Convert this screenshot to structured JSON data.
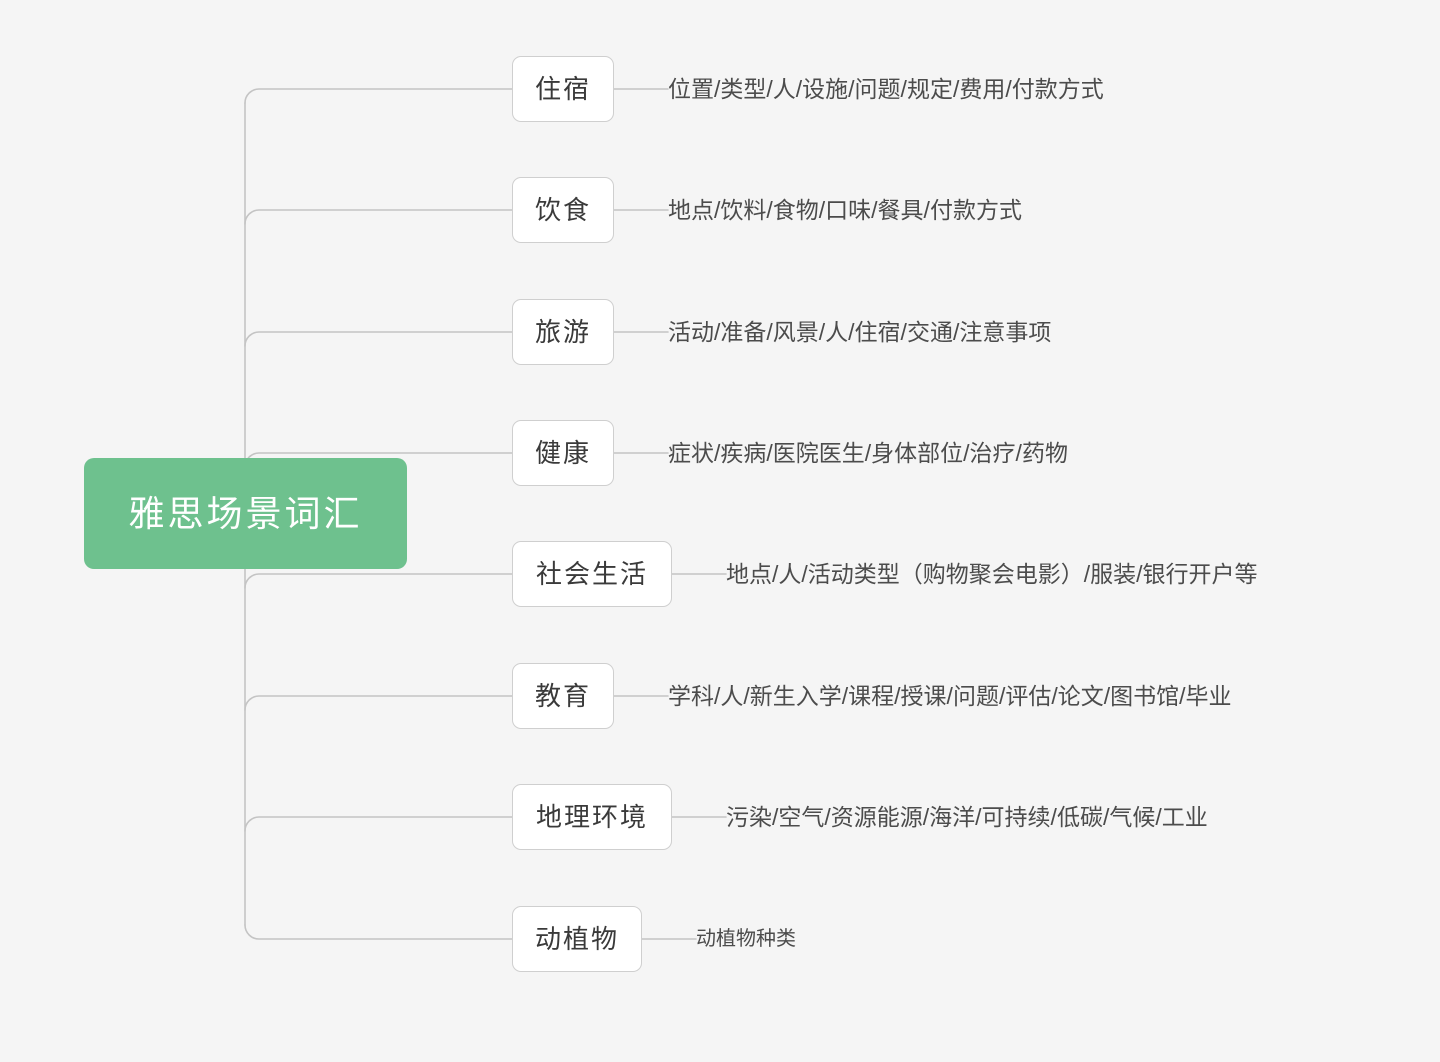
{
  "diagram": {
    "type": "mind-map",
    "background_color": "#f5f5f5",
    "root": {
      "label": "雅思场景词汇",
      "fill_color": "#6ec18e",
      "text_color": "#ffffff"
    },
    "connector_color": "#c4c4c4",
    "branches": [
      {
        "label": "住宿",
        "detail": "位置/类型/人/设施/问题/规定/费用/付款方式",
        "box_width_class": "w2",
        "detail_size": "normal"
      },
      {
        "label": "饮食",
        "detail": "地点/饮料/食物/口味/餐具/付款方式",
        "box_width_class": "w2",
        "detail_size": "normal"
      },
      {
        "label": "旅游",
        "detail": "活动/准备/风景/人/住宿/交通/注意事项",
        "box_width_class": "w2",
        "detail_size": "normal"
      },
      {
        "label": "健康",
        "detail": "症状/疾病/医院医生/身体部位/治疗/药物",
        "box_width_class": "w2",
        "detail_size": "normal"
      },
      {
        "label": "社会生活",
        "detail": "地点/人/活动类型（购物聚会电影）/服装/银行开户等",
        "box_width_class": "w4",
        "detail_size": "normal"
      },
      {
        "label": "教育",
        "detail": "学科/人/新生入学/课程/授课/问题/评估/论文/图书馆/毕业",
        "box_width_class": "w2",
        "detail_size": "normal"
      },
      {
        "label": "地理环境",
        "detail": "污染/空气/资源能源/海洋/可持续/低碳/气候/工业",
        "box_width_class": "w4",
        "detail_size": "normal"
      },
      {
        "label": "动植物",
        "detail": "动植物种类",
        "box_width_class": "w3",
        "detail_size": "small"
      }
    ]
  }
}
